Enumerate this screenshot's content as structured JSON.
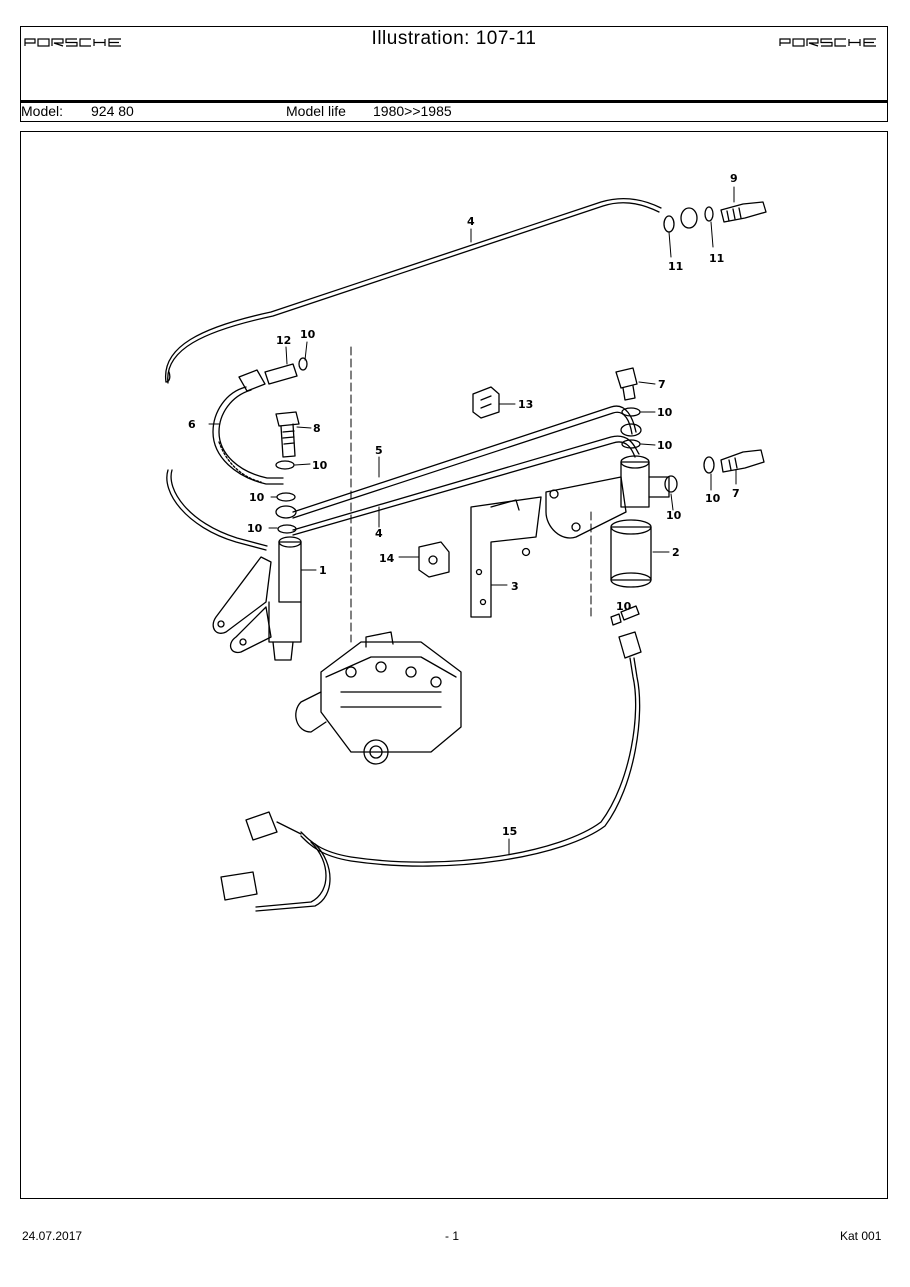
{
  "header": {
    "brand_left": "PORSCHE",
    "brand_right": "PORSCHE",
    "title": "Illustration: 107-11",
    "model_label": "Model:",
    "model_value": "924 80",
    "model_life_label": "Model life",
    "model_life_value": "1980>>1985"
  },
  "diagram": {
    "callouts": [
      "1",
      "2",
      "3",
      "4",
      "4",
      "5",
      "6",
      "7",
      "7",
      "8",
      "9",
      "10",
      "10",
      "10",
      "10",
      "10",
      "10",
      "10",
      "10",
      "10",
      "11",
      "11",
      "12",
      "13",
      "14",
      "15"
    ]
  },
  "footer": {
    "date": "24.07.2017",
    "page": "- 1",
    "catalog": "Kat 001"
  },
  "colors": {
    "ink": "#000000",
    "paper": "#ffffff"
  }
}
